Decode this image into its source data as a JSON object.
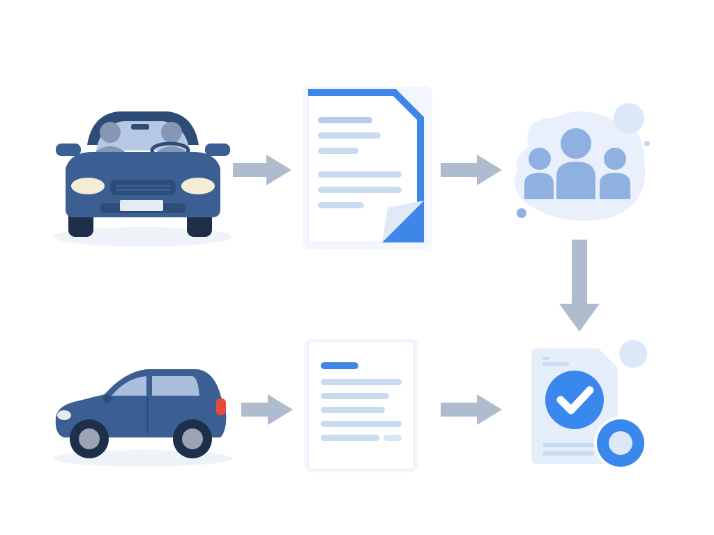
{
  "diagram": {
    "colors": {
      "car_body": "#3c5f93",
      "car_dark": "#2e4c78",
      "car_glass": "#a9bfdc",
      "headlight": "#f3ecd6",
      "doc_accent": "#3f87e6",
      "doc_line": "#c9daf1",
      "arrow": "#aebccd",
      "people": "#8fb1e2",
      "cloud": "#e9f0fb",
      "check": "#3a87ee",
      "shadow": "#eef3fa",
      "tail_light": "#e74a3b"
    },
    "nodes": [
      {
        "id": "sedan-front",
        "icon": "sedan-front-icon"
      },
      {
        "id": "document-1",
        "icon": "document-folded-corner-icon"
      },
      {
        "id": "people-group",
        "icon": "people-group-icon"
      },
      {
        "id": "approved-document",
        "icon": "document-check-icon"
      },
      {
        "id": "document-2",
        "icon": "document-lines-icon"
      },
      {
        "id": "hatchback-side",
        "icon": "hatchback-side-icon"
      }
    ],
    "edges": [
      {
        "from": "sedan-front",
        "to": "document-1",
        "direction": "right"
      },
      {
        "from": "document-1",
        "to": "people-group",
        "direction": "right"
      },
      {
        "from": "people-group",
        "to": "approved-document",
        "direction": "down"
      },
      {
        "from": "hatchback-side",
        "to": "document-2",
        "direction": "right"
      },
      {
        "from": "document-2",
        "to": "approved-document",
        "direction": "right"
      }
    ]
  }
}
